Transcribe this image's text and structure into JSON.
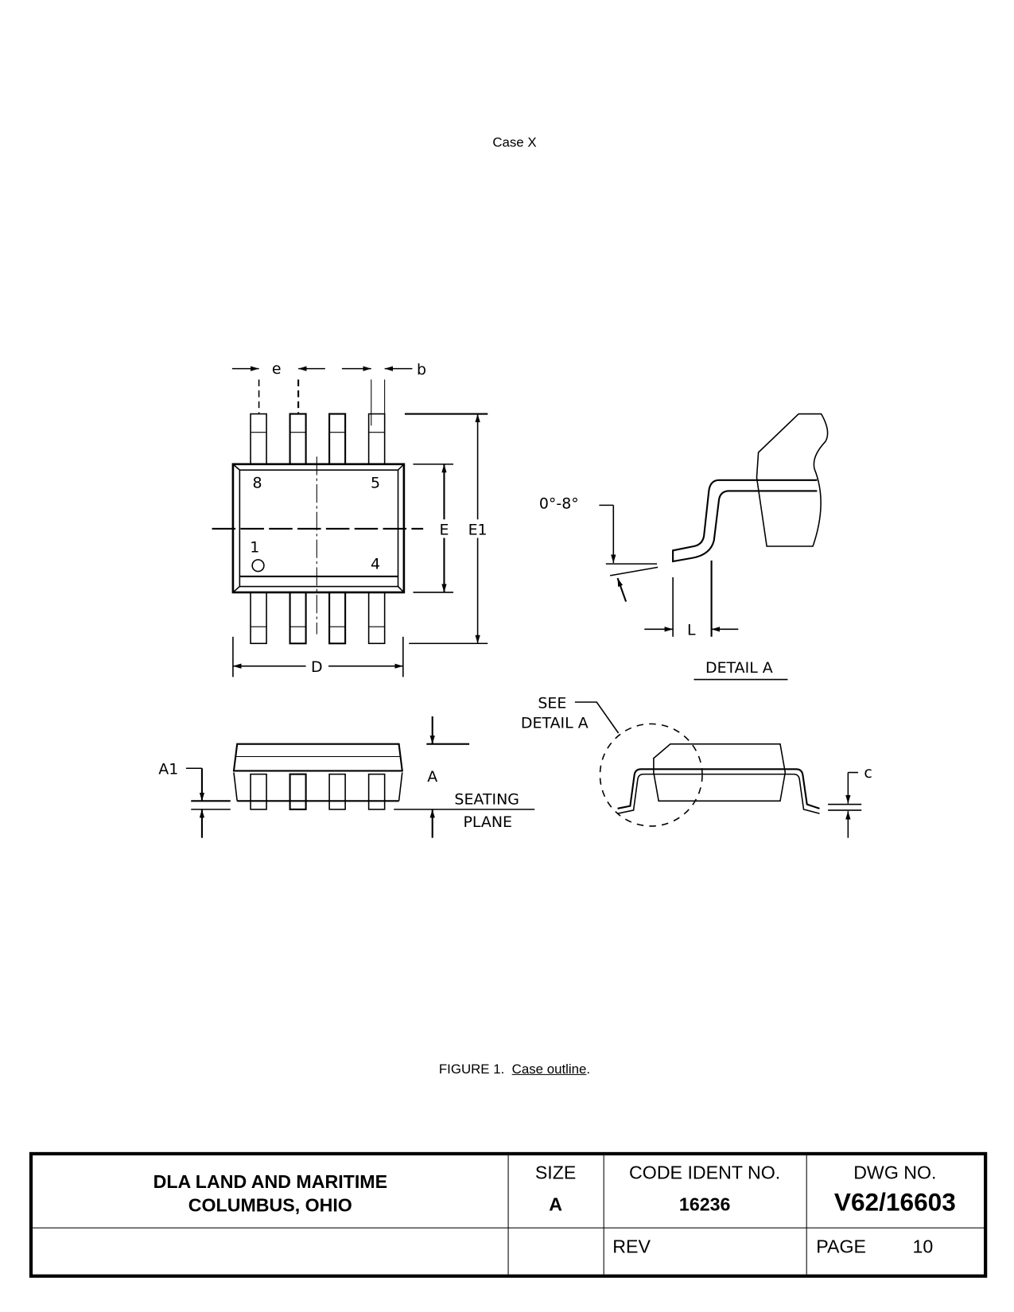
{
  "header": {
    "case_title": "Case X"
  },
  "drawing": {
    "top_view": {
      "pin_labels": [
        "8",
        "5",
        "1",
        "4"
      ],
      "dims": {
        "e": "e",
        "b": "b",
        "E": "E",
        "E1": "E1",
        "D": "D"
      }
    },
    "side_view": {
      "dims": {
        "A1": "A1",
        "A": "A"
      },
      "seating_line1": "SEATING",
      "seating_line2": "PLANE"
    },
    "detail_a": {
      "angle": "0°-8°",
      "L": "L",
      "title": "DETAIL A"
    },
    "end_view": {
      "see_line1": "SEE",
      "see_line2": "DETAIL A",
      "c": "c"
    }
  },
  "caption": {
    "prefix": "FIGURE 1.",
    "title": "Case outline",
    "suffix": "."
  },
  "title_block": {
    "org_line1": "DLA LAND AND MARITIME",
    "org_line2": "COLUMBUS, OHIO",
    "size_label": "SIZE",
    "size_value": "A",
    "code_label": "CODE IDENT NO.",
    "code_value": "16236",
    "dwg_label": "DWG NO.",
    "dwg_value": "V62/16603",
    "rev_label": "REV",
    "rev_value": "",
    "page_label": "PAGE",
    "page_value": "10"
  }
}
